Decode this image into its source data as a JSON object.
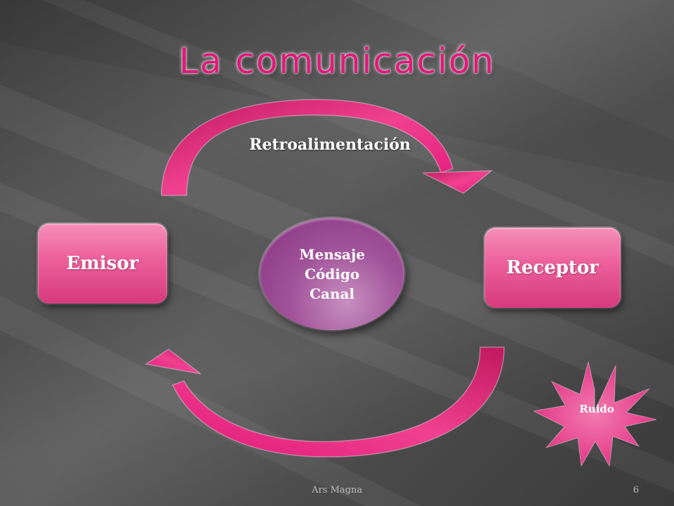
{
  "slide": {
    "title": "La comunicación",
    "feedback_label": "Retroalimentación",
    "sender_label": "Emisor",
    "receiver_label": "Receptor",
    "message_lines": [
      "Mensaje",
      "Código",
      "Canal"
    ],
    "noise_label": "Ruido",
    "footer_text": "Ars Magna",
    "page_number": "6"
  },
  "colors": {
    "title": "#e0197a",
    "arrow": "#e0197a",
    "box": "#ec5f9b",
    "ellipse": "#a1549a",
    "star": "#ec3d8c",
    "background": "#4a4a4a"
  },
  "icons": {
    "feedback_arrow": "curved-arrow-right-icon",
    "return_arrow": "curved-arrow-left-icon",
    "noise_shape": "starburst-icon"
  }
}
